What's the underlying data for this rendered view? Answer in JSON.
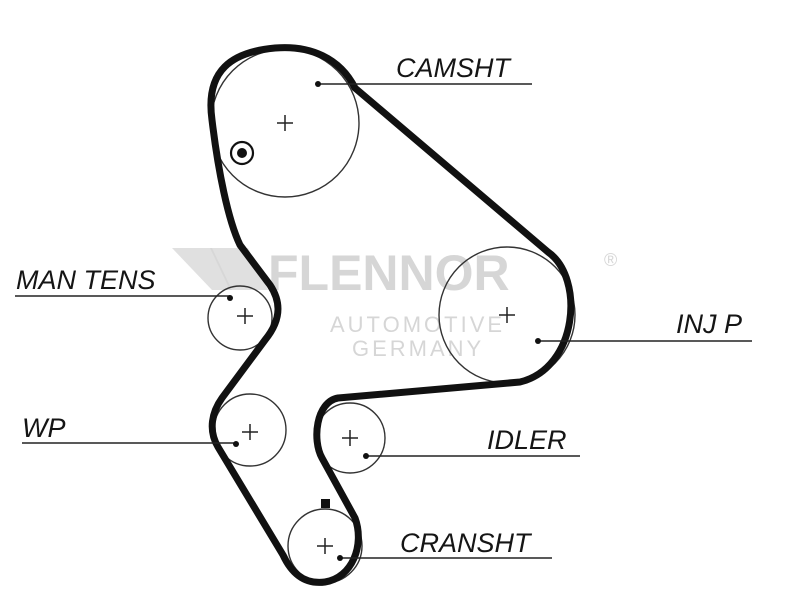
{
  "watermark": {
    "brand": "FLENNOR",
    "line1": "AUTOMOTIVE",
    "line2": "GERMANY",
    "registered": "®"
  },
  "labels": {
    "camshaft": "CAMSHT",
    "manual_tensioner": "MAN TENS",
    "water_pump": "WP",
    "injection_pump": "INJ P",
    "idler": "IDLER",
    "crankshaft": "CRANSHT"
  }
}
